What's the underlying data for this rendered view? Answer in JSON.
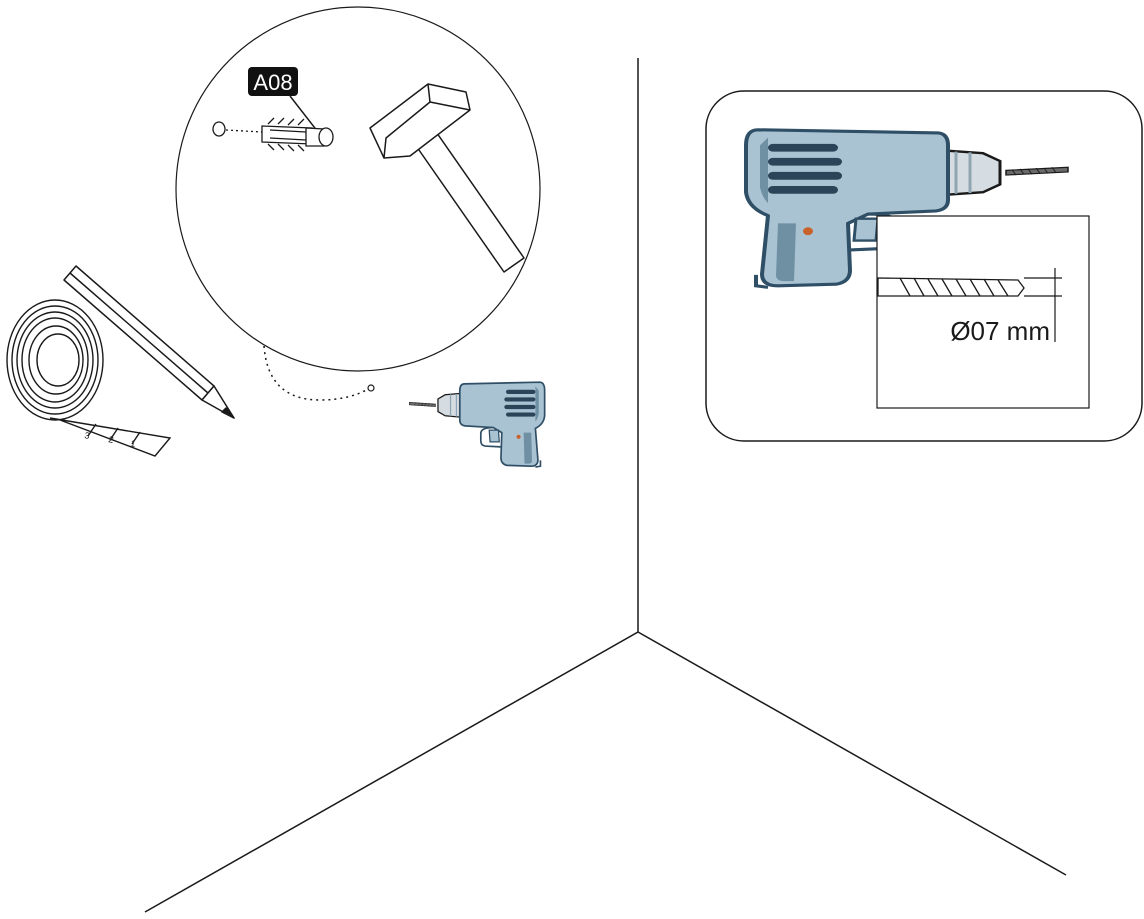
{
  "part_tag": {
    "code": "A08"
  },
  "drill_bit": {
    "diameter_label": "Ø07 mm"
  },
  "tape_measure": {
    "marks": [
      "3",
      "2",
      "1"
    ]
  },
  "colors": {
    "line": "#1a1a1a",
    "tag_bg": "#111111",
    "drill_body": "#a9c3d3",
    "drill_shadow": "#6f8fa3",
    "drill_dark": "#2f4f66",
    "drill_chuck": "#d5dde2",
    "drill_vent": "#2b4457",
    "drill_dot": "#c8612a"
  },
  "icons": {
    "wall": "room-corner",
    "zoom": "zoom-circle",
    "hammer": "hammer-icon",
    "anchor": "wall-anchor-icon",
    "drill": "power-drill-icon",
    "pencil": "pencil-icon",
    "tape": "tape-measure-icon",
    "bit": "drill-bit-icon"
  }
}
